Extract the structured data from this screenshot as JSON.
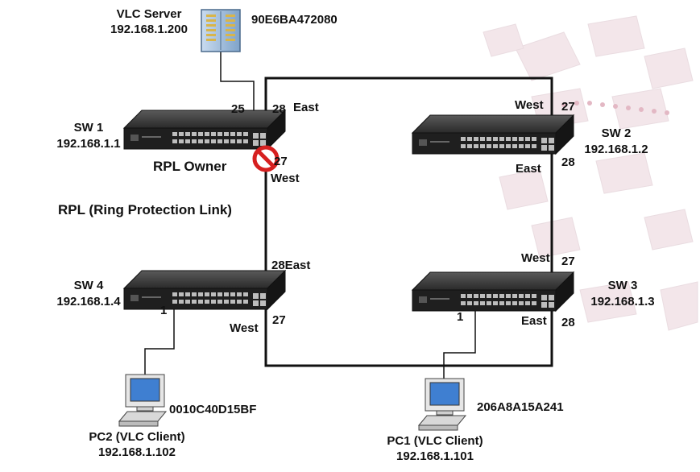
{
  "server": {
    "name": "VLC Server",
    "ip": "192.168.1.200",
    "mac": "90E6BA472080",
    "port": "25"
  },
  "sw1": {
    "name": "SW 1",
    "ip": "192.168.1.1",
    "role": "RPL Owner",
    "east_port": "28",
    "east_label": "East",
    "west_port": "27",
    "west_label": "West"
  },
  "sw2": {
    "name": "SW 2",
    "ip": "192.168.1.2",
    "west_port": "27",
    "west_label": "West",
    "east_port": "28",
    "east_label": "East"
  },
  "sw3": {
    "name": "SW 3",
    "ip": "192.168.1.3",
    "west_port": "27",
    "west_label": "West",
    "east_port": "28",
    "east_label": "East",
    "client_port": "1"
  },
  "sw4": {
    "name": "SW 4",
    "ip": "192.168.1.4",
    "east_label": "28East",
    "west_port": "27",
    "west_label": "West",
    "client_port": "1"
  },
  "rpl_caption": "RPL (Ring Protection Link)",
  "pc1": {
    "mac": "206A8A15A241",
    "name": "PC1 (VLC Client)",
    "ip": "192.168.1.101"
  },
  "pc2": {
    "mac": "0010C40D15BF",
    "name": "PC2 (VLC Client)",
    "ip": "192.168.1.102"
  },
  "icons": [
    "server-icon",
    "switch-icon",
    "computer-icon",
    "blocked-icon"
  ],
  "colors": {
    "ring": "#111111",
    "blocked": "#d62020",
    "switch_body": "#2b2b2b",
    "server": "#8fb3d6",
    "screen": "#3f7fd1"
  }
}
